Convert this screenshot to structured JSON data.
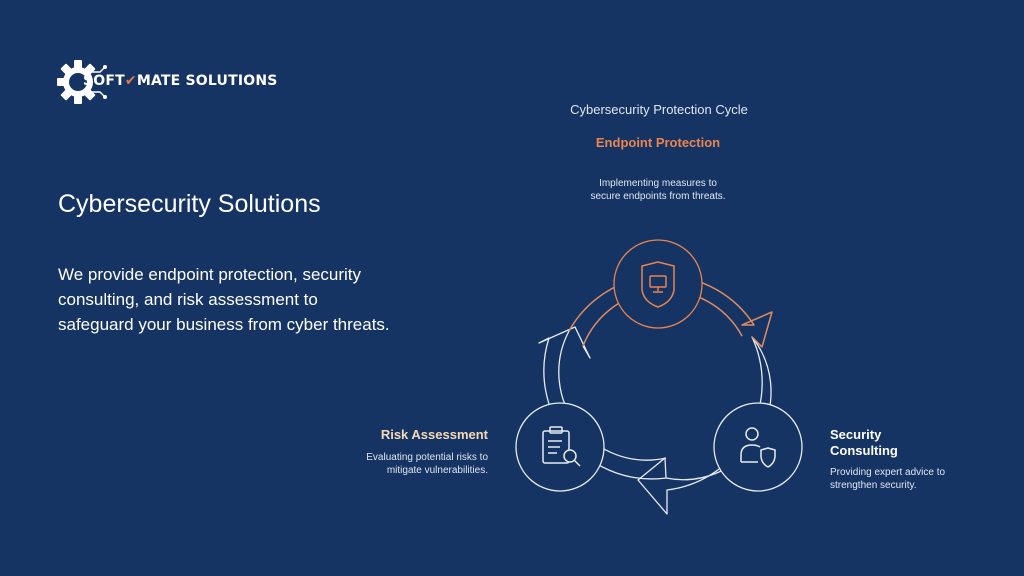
{
  "logo": {
    "text_part1": "SOFT",
    "text_part2": "MATE SOLUTIONS"
  },
  "title": "Cybersecurity Solutions",
  "description": "We provide endpoint protection, security consulting, and risk assessment to safeguard your business from cyber threats.",
  "diagram": {
    "title": "Cybersecurity Protection Cycle",
    "nodes": [
      {
        "id": "endpoint",
        "title": "Endpoint Protection",
        "description": "Implementing measures to secure endpoints from threats.",
        "icon": "monitor-shield-icon",
        "color": "#e8844f"
      },
      {
        "id": "security",
        "title": "Security Consulting",
        "description": "Providing expert advice to strengthen security.",
        "icon": "user-shield-icon",
        "color": "#ffffff"
      },
      {
        "id": "risk",
        "title": "Risk Assessment",
        "description": "Evaluating potential risks to mitigate vulnerabilities.",
        "icon": "clipboard-search-icon",
        "color": "#f5d9b4"
      }
    ]
  },
  "colors": {
    "background": "#163463",
    "accent": "#e8844f",
    "stroke": "#e7ebf3"
  }
}
